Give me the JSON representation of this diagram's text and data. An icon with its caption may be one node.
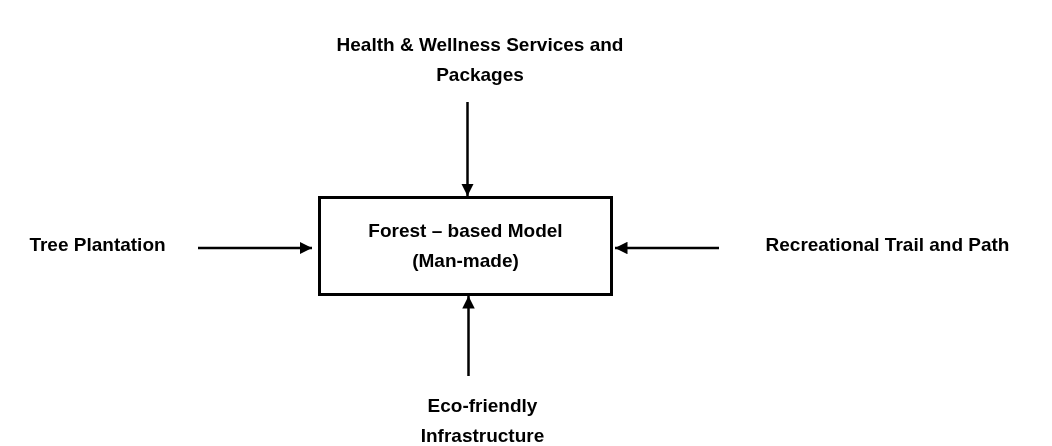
{
  "diagram": {
    "nodes": [
      {
        "text": [
          "Forest – based Model (Man-made)"
        ]
      },
      {
        "text": [
          "Health & Wellness Services and Packages"
        ]
      },
      {
        "text": [
          "Tree Plantation"
        ]
      },
      {
        "text": [
          "Recreational Trail and Path"
        ]
      },
      {
        "text": [
          "Eco-friendly Infrastructure"
        ]
      }
    ],
    "edges": [
      {
        "from": 1,
        "to": 0,
        "arrow": "to"
      },
      {
        "from": 2,
        "to": 0,
        "arrow": "to"
      },
      {
        "from": 3,
        "to": 0,
        "arrow": "to"
      },
      {
        "from": 4,
        "to": 0,
        "arrow": "to"
      }
    ]
  }
}
